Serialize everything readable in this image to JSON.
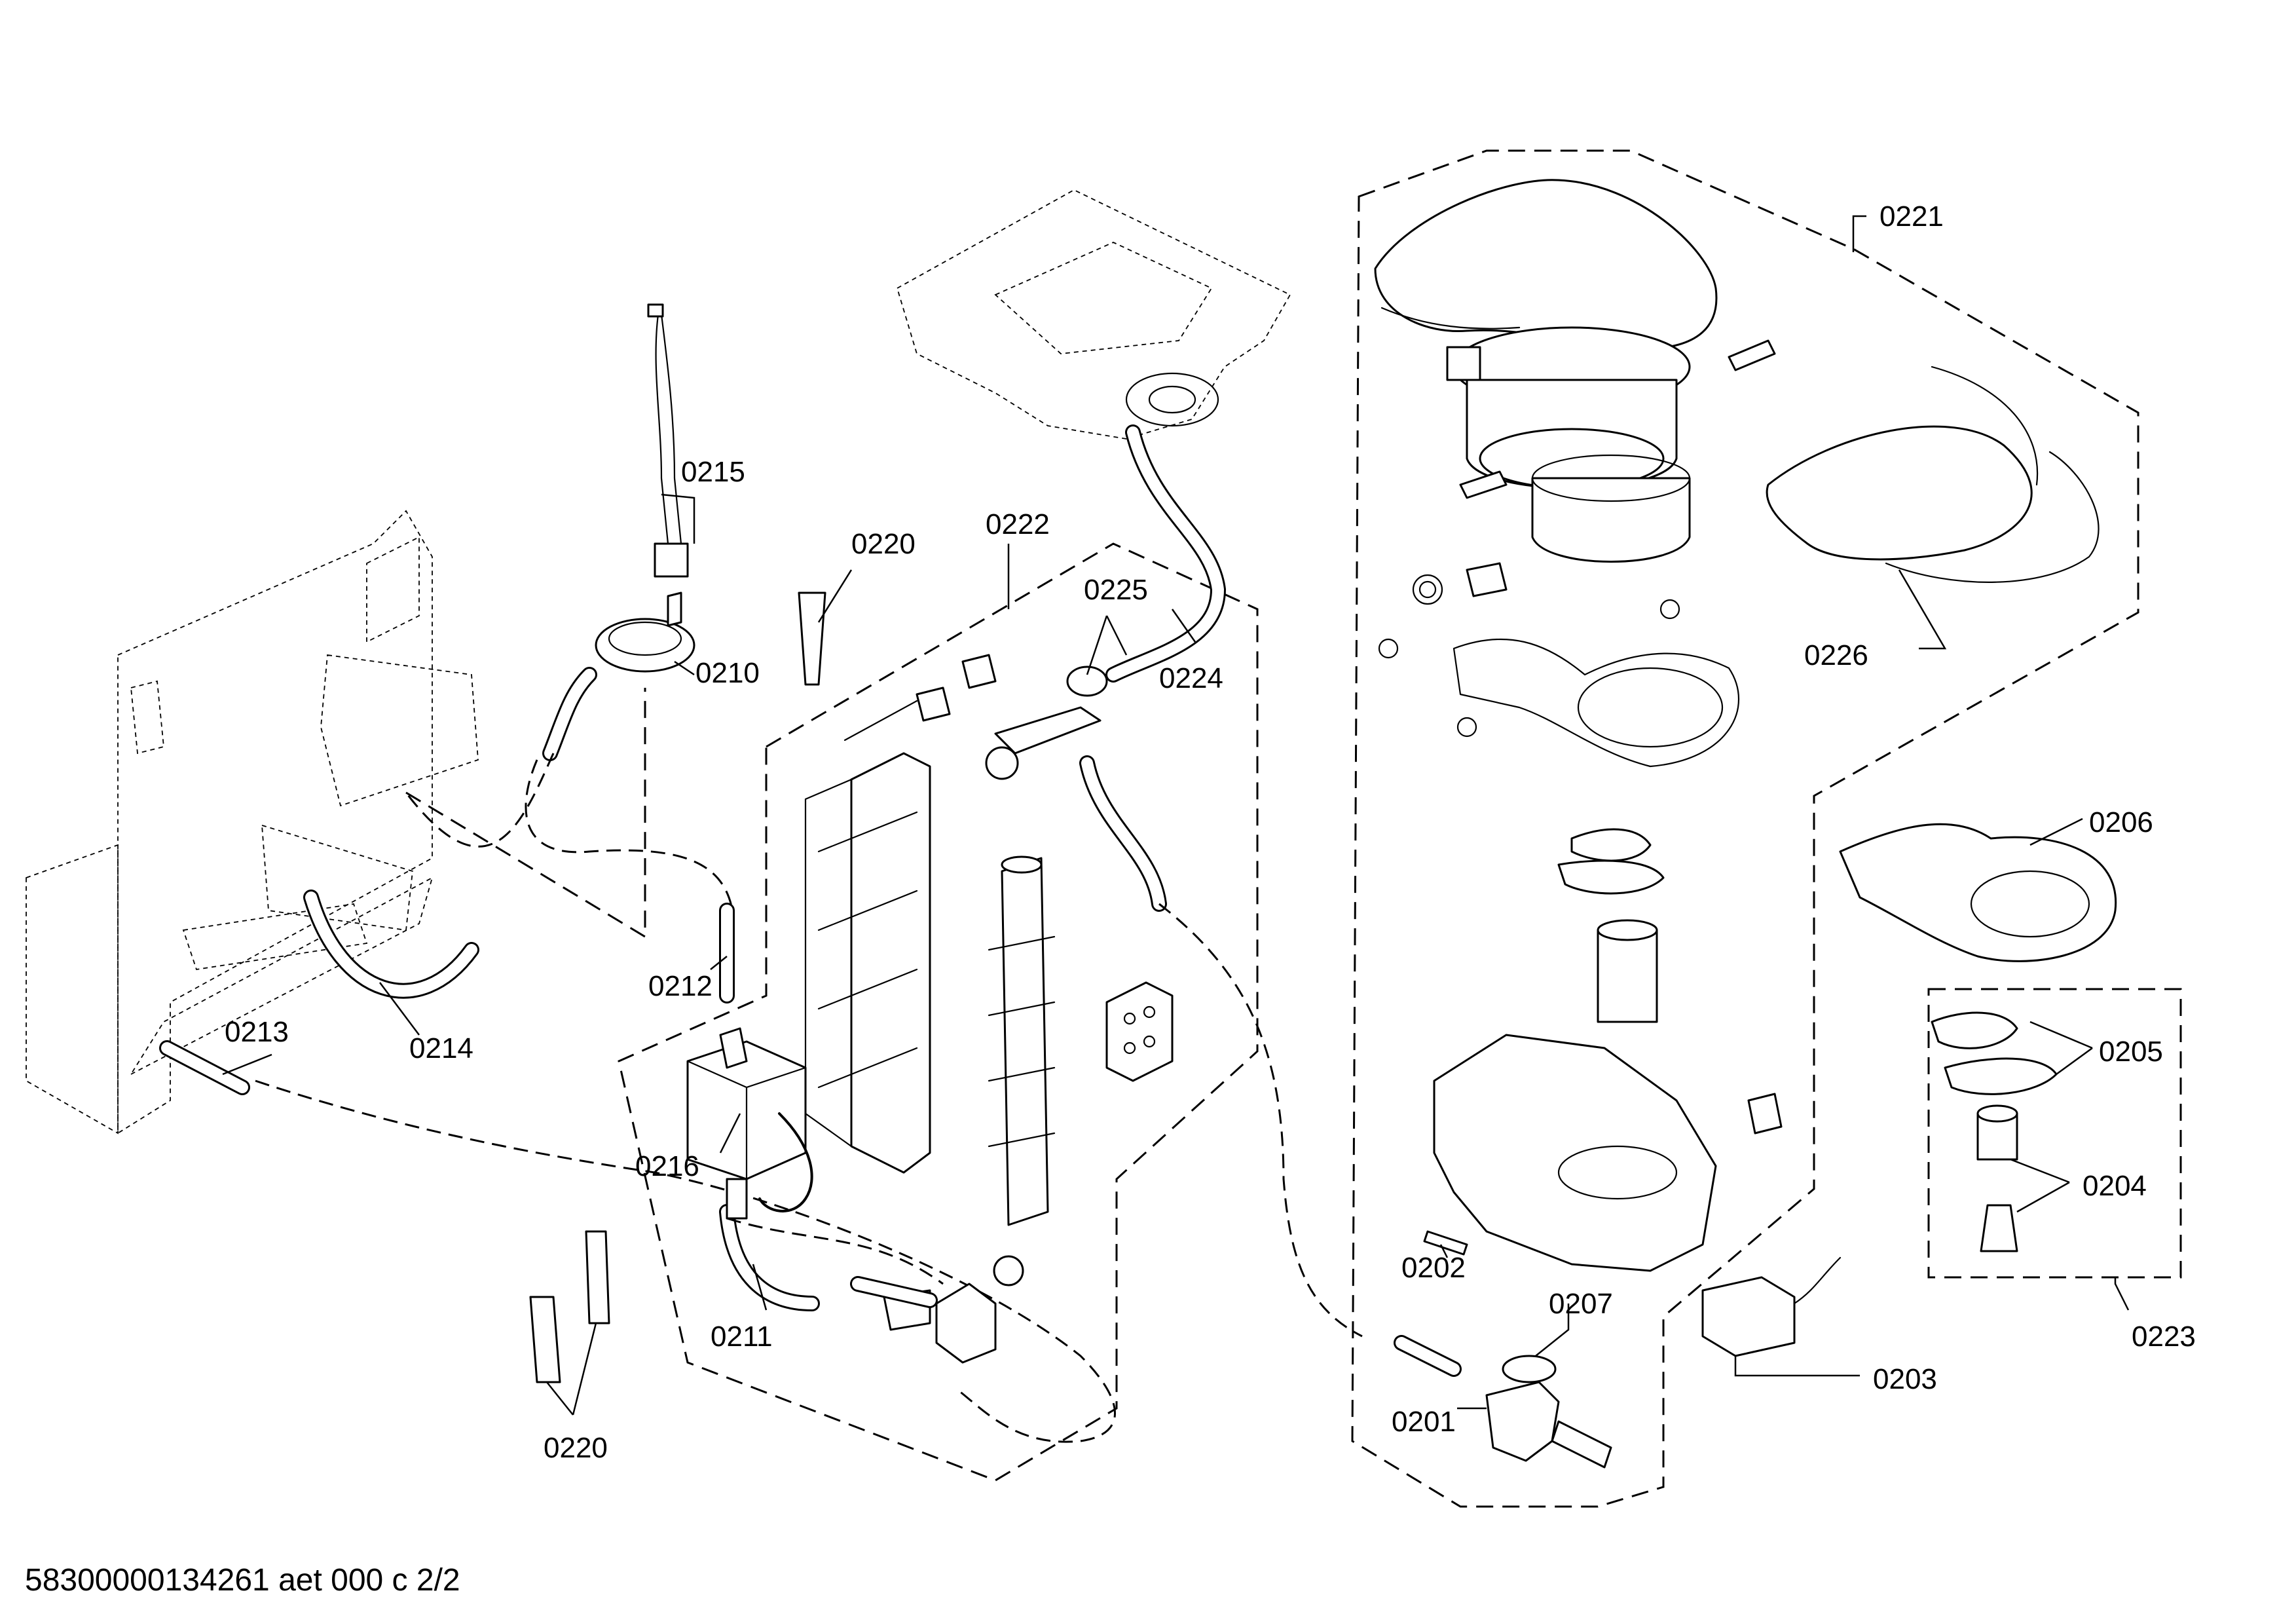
{
  "footer": {
    "text": "58300000134261 aet 000 c 2/2"
  },
  "labels": {
    "p0201": "0201",
    "p0202": "0202",
    "p0203": "0203",
    "p0204": "0204",
    "p0205": "0205",
    "p0206": "0206",
    "p0207": "0207",
    "p0210": "0210",
    "p0211": "0211",
    "p0212": "0212",
    "p0213": "0213",
    "p0214": "0214",
    "p0215": "0215",
    "p0216": "0216",
    "p0220a": "0220",
    "p0220b": "0220",
    "p0221": "0221",
    "p0222": "0222",
    "p0223": "0223",
    "p0224": "0224",
    "p0225": "0225",
    "p0226": "0226"
  }
}
